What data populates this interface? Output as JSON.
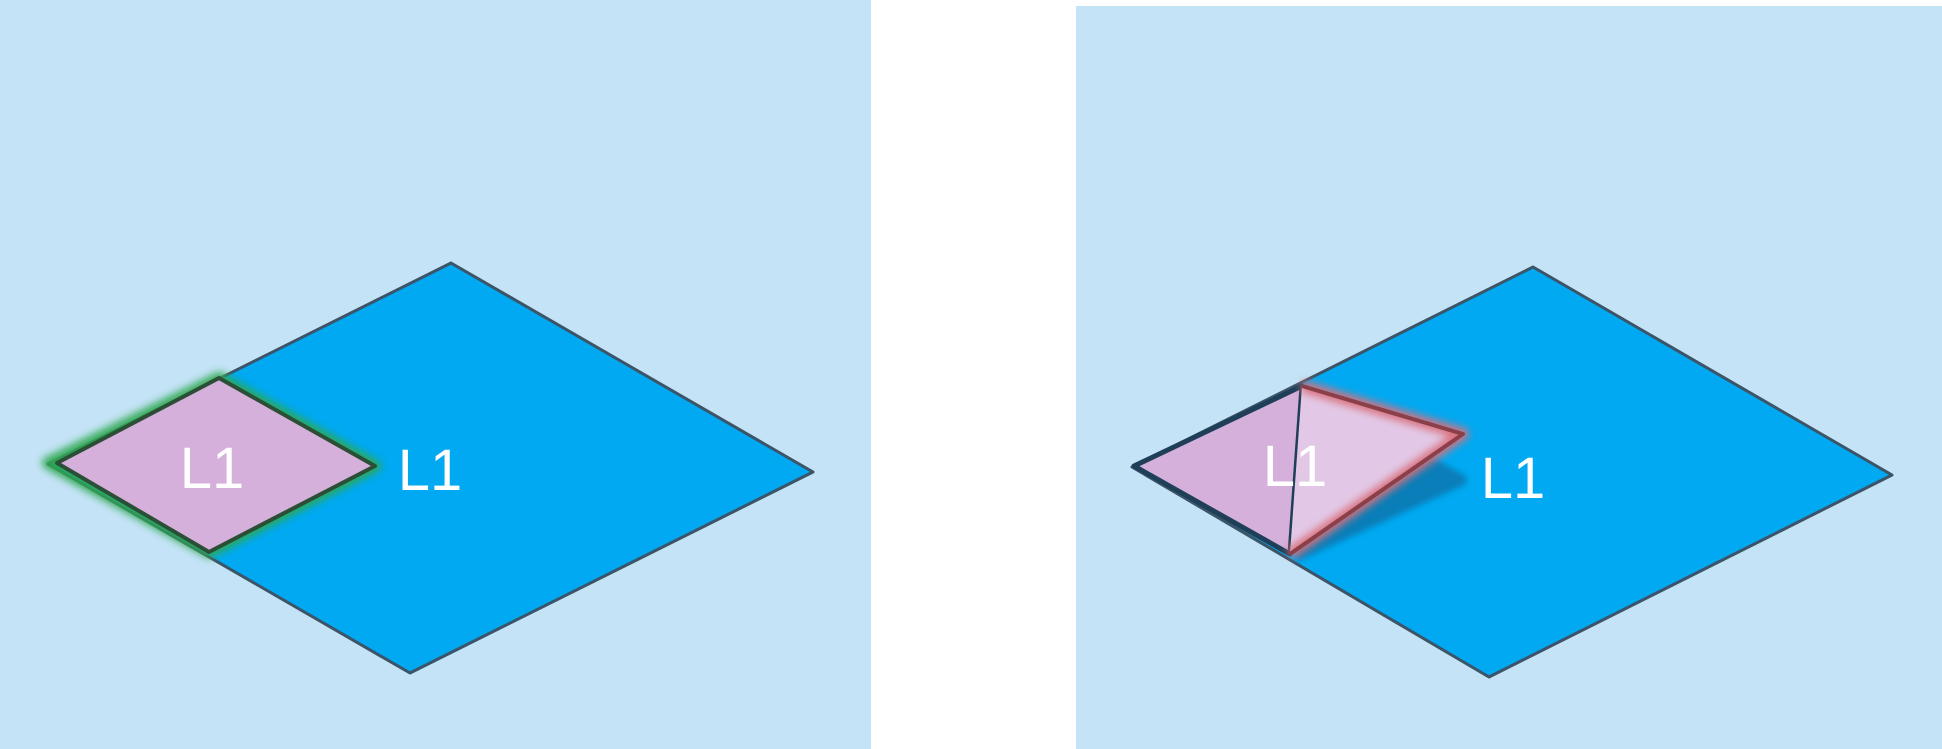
{
  "panels": [
    {
      "id": "left",
      "state": "valid",
      "outline_color": "#2fa84f",
      "tile_label": "L1",
      "floor_label": "L1"
    },
    {
      "id": "right",
      "state": "invalid",
      "outline_color": "#d9707b",
      "tile_label": "L1",
      "floor_label": "L1"
    }
  ],
  "colors": {
    "background": "#c4e3f6",
    "floor": "#00a9f1",
    "tile": "#d4b0da",
    "tile_light": "#e2c8e6",
    "edge": "#3c5468",
    "label": "#ffffff"
  }
}
